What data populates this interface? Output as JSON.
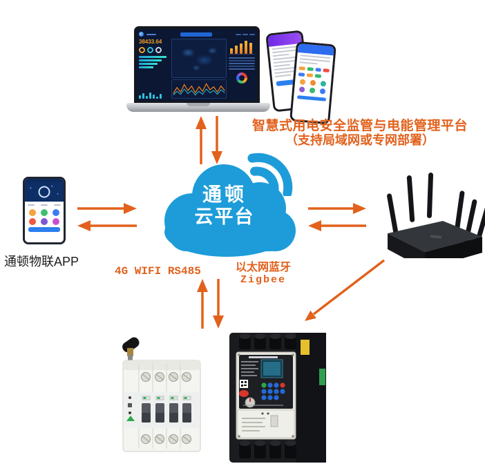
{
  "colors": {
    "accent_orange": "#e2611c",
    "cloud_blue": "#1d9cd9",
    "dashboard_bg": "#0b1733",
    "kpi_orange": "#f0a125"
  },
  "platform_caption": {
    "line1": "智慧式用电安全监管与电能管理平台",
    "line2": "（支持局域网或专网部署）"
  },
  "cloud": {
    "name_line1": "通顿",
    "name_line2": "云平台"
  },
  "left_phone": {
    "caption": "通顿物联APP"
  },
  "link_labels": {
    "south": "4G WIFI RS485",
    "east_line1": "以太网蓝牙",
    "east_line2": "Zigbee"
  },
  "laptop_dashboard": {
    "kpi_value": "38433.64"
  },
  "icons": {
    "wifi": "wifi-signal-arcs"
  }
}
